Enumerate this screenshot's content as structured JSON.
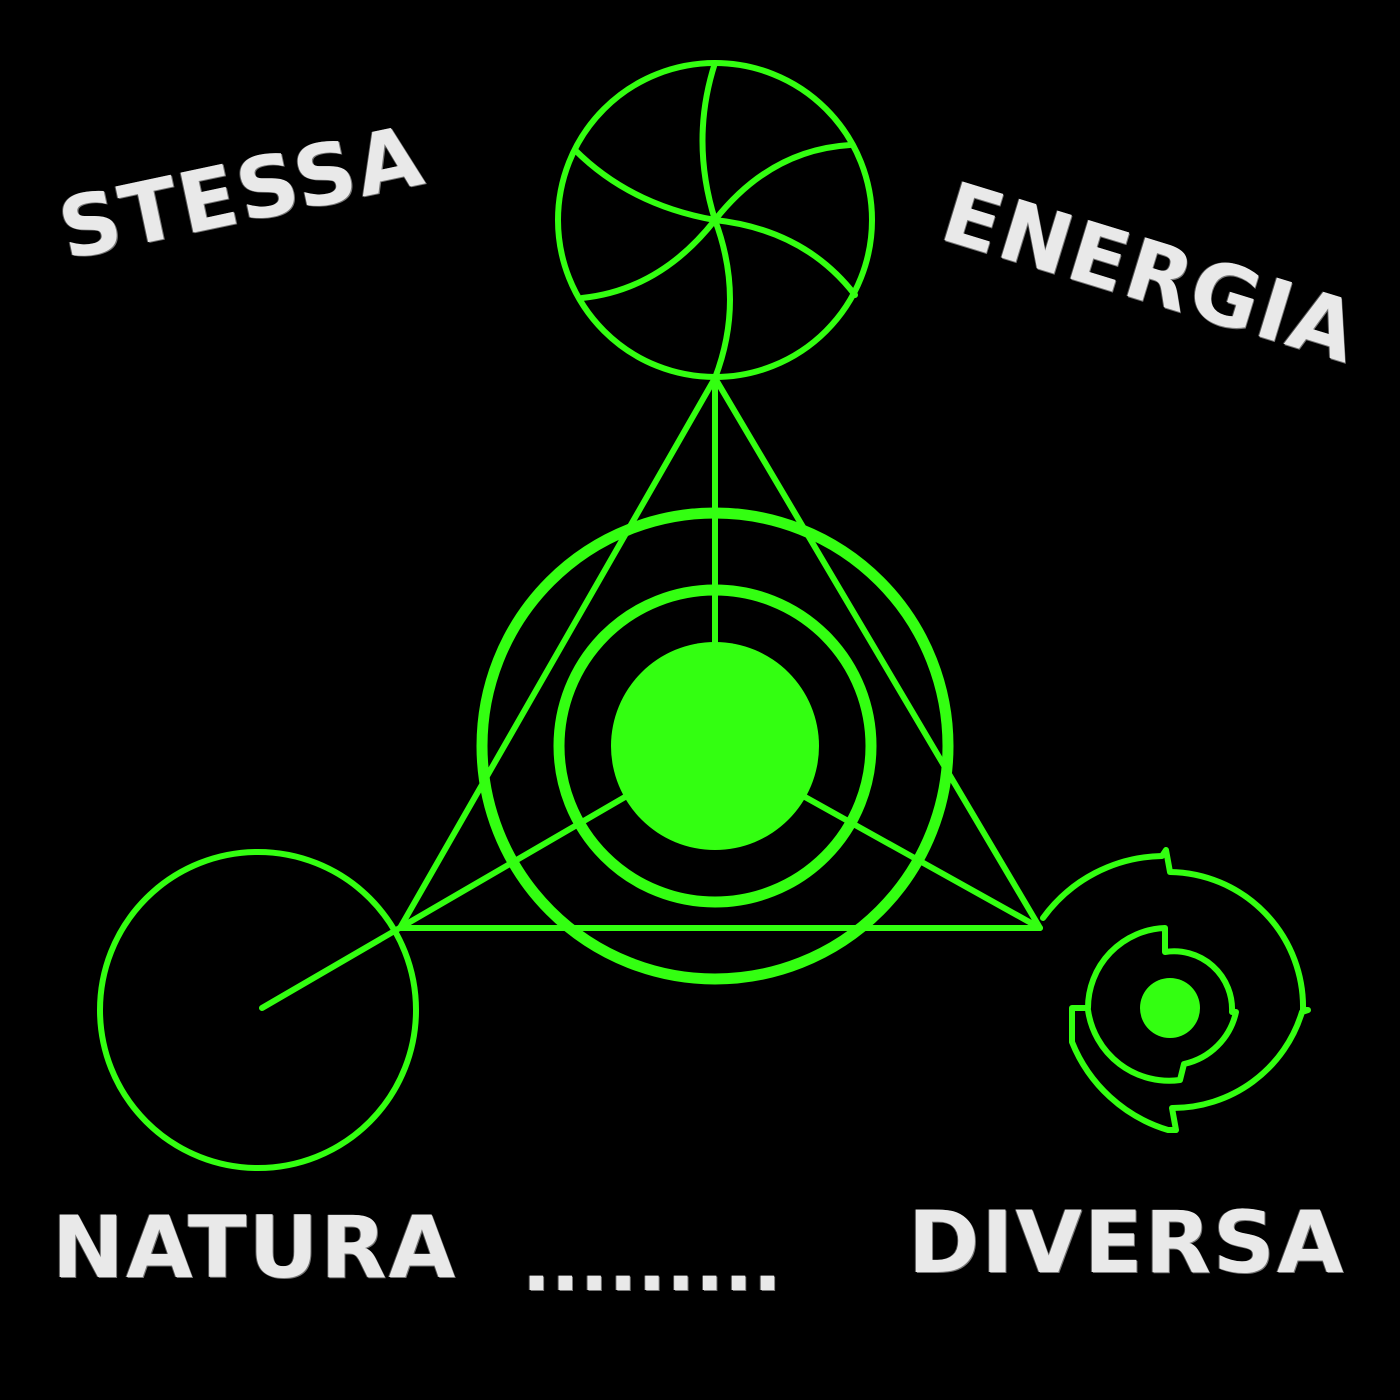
{
  "colors": {
    "background": "#000000",
    "symbol": "#33ff11",
    "text": "#e9e9e9"
  },
  "words": {
    "stessa": "STESSA",
    "energia": "ENERGIA",
    "natura": "NATURA",
    "dots": ".........",
    "diversa": "DIVERSA"
  }
}
